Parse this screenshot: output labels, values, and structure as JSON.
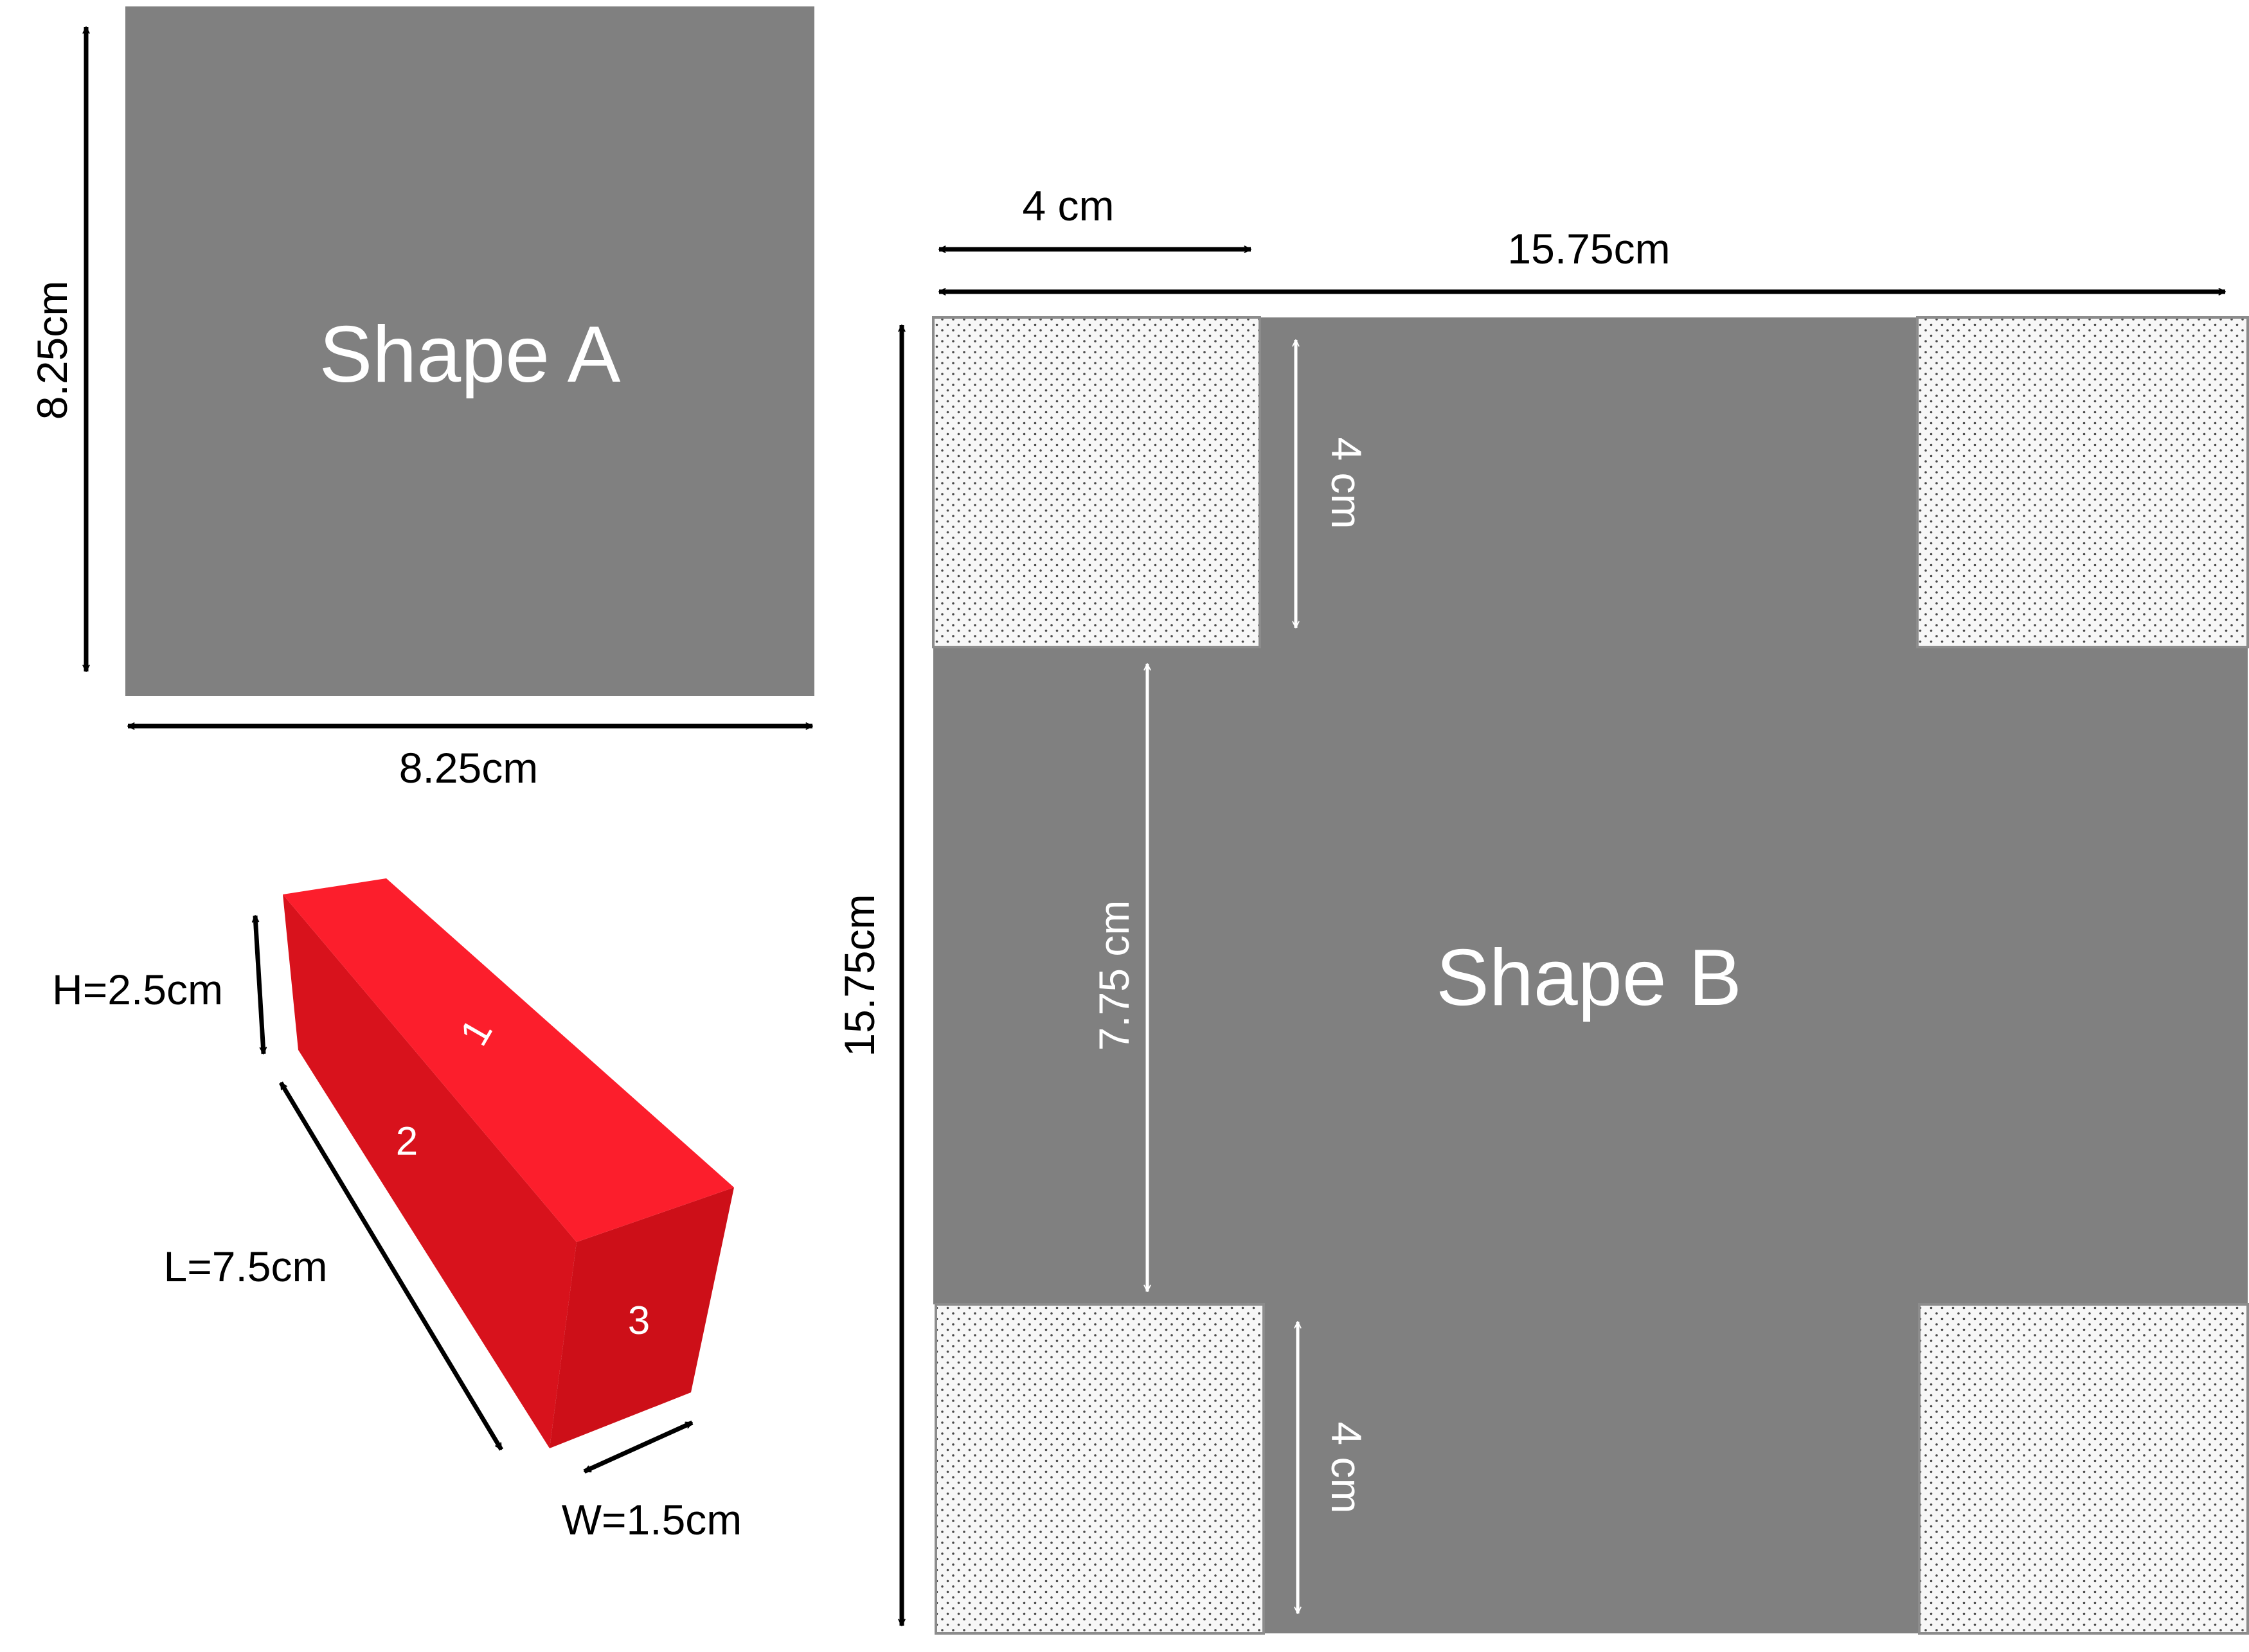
{
  "colors": {
    "shape_fill": "#808080",
    "dotted_fill": "#f7f7f7",
    "dot_color": "#4a4a4a",
    "brick_top": "#fc1e2c",
    "brick_side": "#d8121c",
    "brick_end": "#cd0f18",
    "dimension_black": "#000000",
    "dimension_white": "#ffffff"
  },
  "shape_a": {
    "title": "Shape A",
    "width_label": "8.25cm",
    "height_label": "8.25cm"
  },
  "shape_b": {
    "title": "Shape B",
    "width_label": "15.75cm",
    "height_label": "15.75cm",
    "corner_width_label": "4 cm",
    "top_corner_height_label": "4 cm",
    "bottom_corner_height_label": "4 cm",
    "middle_height_label": "7.75 cm"
  },
  "brick": {
    "height_label": "H=2.5cm",
    "length_label": "L=7.5cm",
    "width_label": "W=1.5cm",
    "face_labels": [
      "1",
      "2",
      "3"
    ]
  }
}
